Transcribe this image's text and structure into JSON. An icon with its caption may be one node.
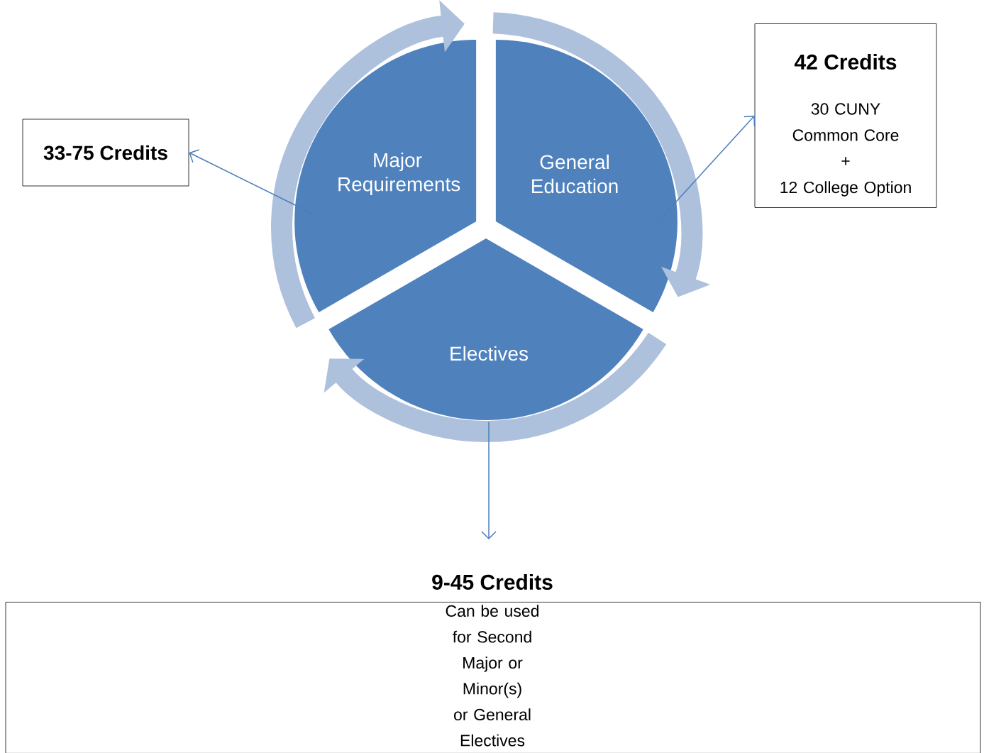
{
  "diagram": {
    "nodes": [
      {
        "text": [
          "Major Requirements"
        ]
      },
      {
        "text": [
          "General Education"
        ]
      },
      {
        "text": [
          "Electives"
        ]
      },
      {
        "text": [
          "33-75 Credits"
        ]
      },
      {
        "text": [
          "42 Credits",
          "30 CUNY Common Core",
          "+",
          "12 College Option"
        ]
      },
      {
        "text": [
          "9-45 Credits",
          "Can be used for Second Major or Minor(s) or General Electives"
        ]
      }
    ],
    "edges": [
      {
        "from": 0,
        "to": 3,
        "arrow": "to"
      },
      {
        "from": 1,
        "to": 4,
        "arrow": "to"
      },
      {
        "from": 2,
        "to": 5,
        "arrow": "to"
      }
    ]
  }
}
